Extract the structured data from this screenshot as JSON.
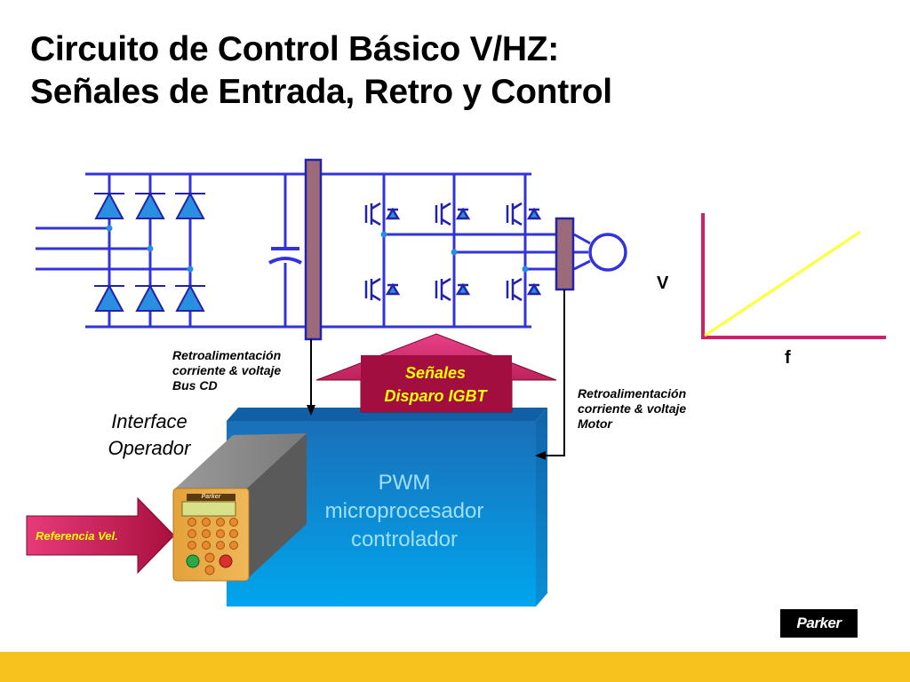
{
  "slide": {
    "title_line1": "Circuito de Control Básico V/HZ:",
    "title_line2": "Señales de Entrada, Retro y Control"
  },
  "labels": {
    "feedback_bus": [
      "Retroalimentación",
      "corriente & voltaje",
      "Bus CD"
    ],
    "feedback_motor": [
      "Retroalimentación",
      "corriente & voltaje",
      "Motor"
    ],
    "operator_interface": [
      "Interface",
      "Operador"
    ],
    "speed_reference": "Referencia Vel.",
    "igbt_signals": [
      "Señales",
      "Disparo IGBT"
    ],
    "pwm_controller": [
      "PWM",
      "microprocesador",
      "controlador"
    ]
  },
  "vf_graph": {
    "y_axis_label": "V",
    "x_axis_label": "f"
  },
  "keypad": {
    "brand": "Parker"
  },
  "logo": {
    "text": "Parker"
  },
  "colors": {
    "circuit_wire": "#3333dd",
    "diode_fill": "#2a8fe0",
    "bus_bar": "#9c6b7a",
    "axis": "#d0206a",
    "vf_line": "#ffff33",
    "pwm_box": "#1a86d0",
    "arrow_fill": "#b3124e",
    "footer": "#f8c21e"
  }
}
